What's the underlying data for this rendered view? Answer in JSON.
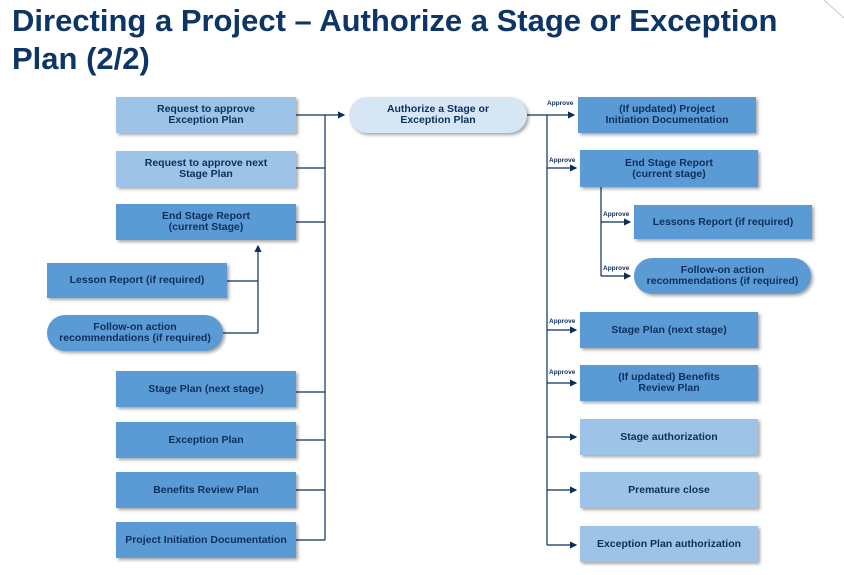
{
  "title": "Directing a Project – Authorize a Stage or Exception Plan (2/2)",
  "center": "Authorize a Stage or\nException Plan",
  "left": {
    "request_exception": "Request to approve\nException Plan",
    "request_next_stage": "Request to approve next\nStage Plan",
    "end_stage_report": "End Stage Report\n(current Stage)",
    "lesson_report": "Lesson Report (if required)",
    "follow_on": "Follow-on action\nrecommendations (if required)",
    "stage_plan": "Stage Plan (next stage)",
    "exception_plan": "Exception Plan",
    "benefits_review_plan": "Benefits Review Plan",
    "pid": "Project Initiation Documentation"
  },
  "right": {
    "pid_updated": "(If updated) Project\nInitiation Documentation",
    "end_stage_report": "End Stage Report\n(current stage)",
    "lessons_report": "Lessons Report (if required)",
    "follow_on": "Follow-on action\nrecommendations (if required)",
    "stage_plan": "Stage Plan (next stage)",
    "benefits_updated": "(If updated) Benefits\nReview Plan",
    "stage_authorization": "Stage authorization",
    "premature_close": "Premature close",
    "exception_authorization": "Exception Plan authorization"
  },
  "approve_label": "Approve"
}
